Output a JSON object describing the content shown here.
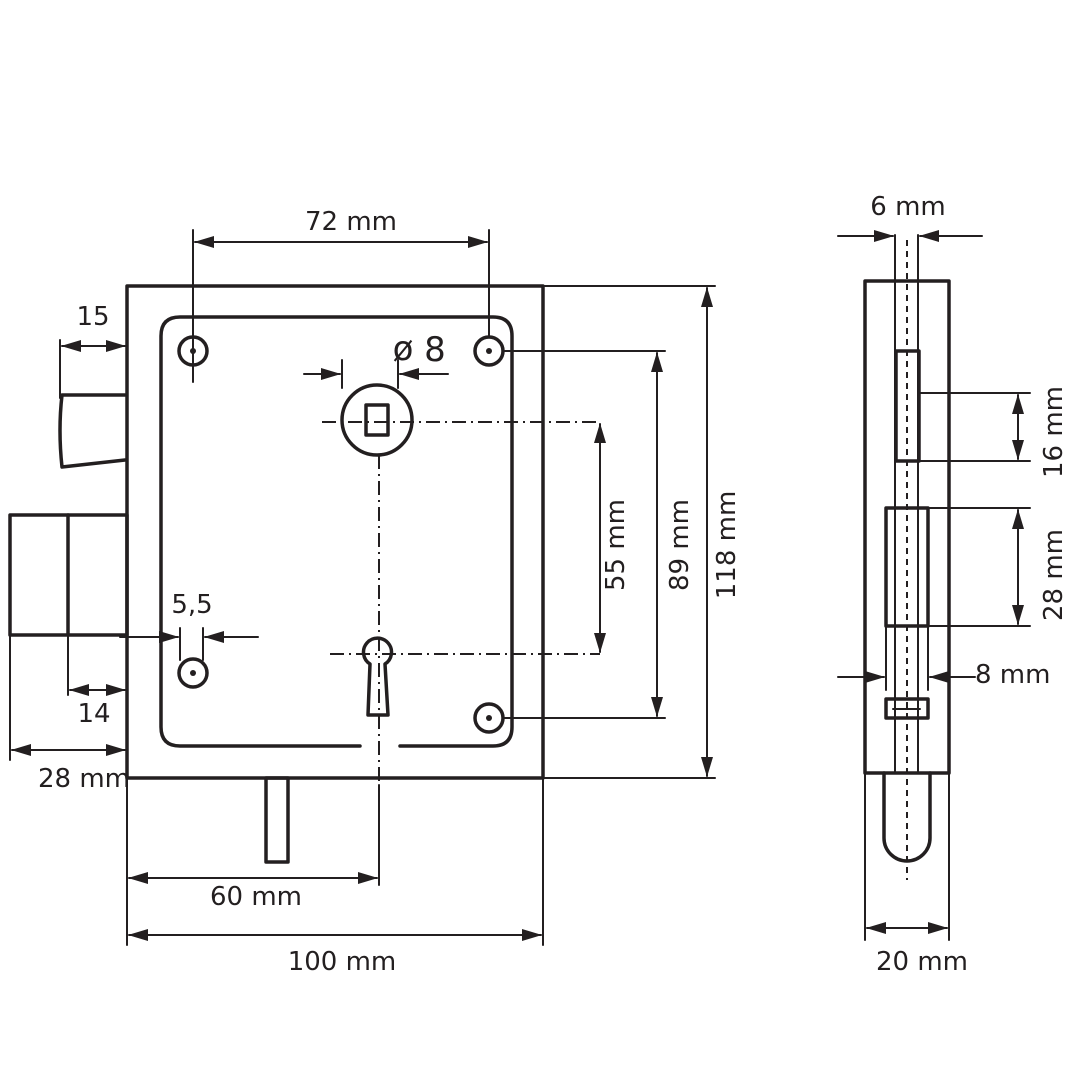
{
  "labels": {
    "w72": "72 mm",
    "dia_symbol": "ø",
    "dia_value": "8",
    "d15": "15",
    "d55": "55 mm",
    "d89": "89 mm",
    "d118": "118 mm",
    "d5_5": "5,5",
    "d14": "14",
    "d28": "28 mm",
    "d60": "60 mm",
    "d100": "100 mm",
    "side_6": "6 mm",
    "side_16": "16 mm",
    "side_28": "28 mm",
    "side_8": "8 mm",
    "side_20": "20 mm"
  }
}
